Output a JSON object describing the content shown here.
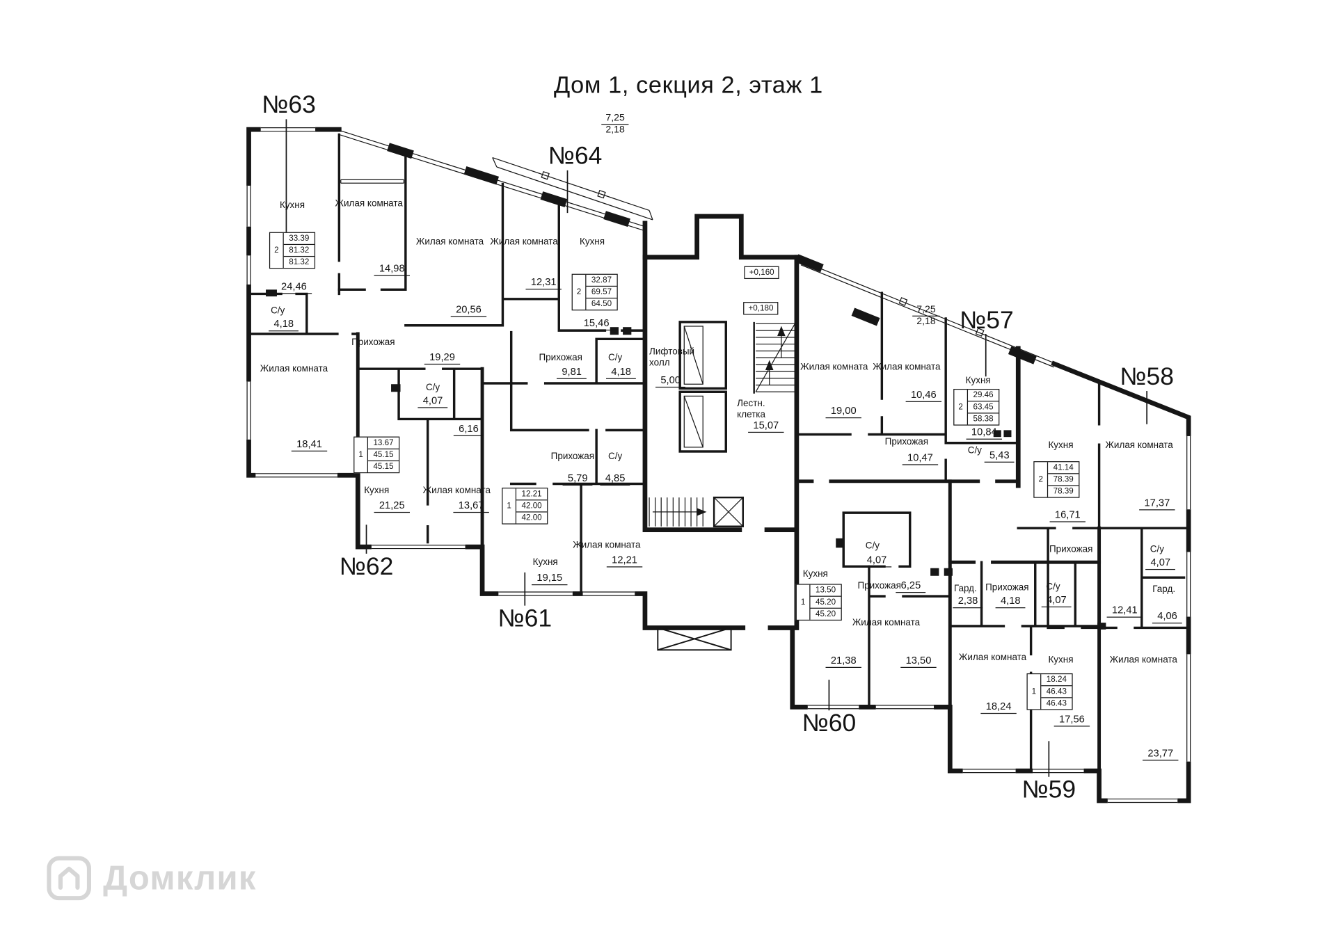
{
  "title": "Дом 1, секция 2, этаж 1",
  "watermark": {
    "brand": "Домклик",
    "icon": "house-in-rounded-square"
  },
  "common": {
    "elevator_hall": {
      "line1": "Лифтовый",
      "line2": "холл",
      "area": "5,00"
    },
    "stairwell": {
      "line1": "Лестн.",
      "line2": "клетка",
      "area": "15,07"
    },
    "elevation_marks": {
      "m1": "+0,160",
      "m2": "+0,180"
    }
  },
  "apartments": {
    "a63": {
      "number": "№63",
      "stats": {
        "rooms": "2",
        "living": "33.39",
        "total": "81.32",
        "total_reduced": "81.32"
      },
      "kitchen": {
        "label": "Кухня",
        "area": "24,46"
      },
      "living1": {
        "label": "Жилая комната",
        "area": "14,98"
      },
      "living2": {
        "label": "Жилая комната",
        "area": "18,41"
      },
      "bathroom": {
        "label": "С/у",
        "area": "4,18"
      },
      "hallway": {
        "label": "Прихожая",
        "area": "19,29"
      }
    },
    "a64": {
      "number": "№64",
      "stats": {
        "rooms": "2",
        "living": "32.87",
        "total": "69.57",
        "total_reduced": "64.50"
      },
      "living1": {
        "label": "Жилая комната",
        "area": "20,56"
      },
      "living2": {
        "label": "Жилая комната",
        "area": "12,31"
      },
      "kitchen": {
        "label": "Кухня",
        "area": "15,46"
      },
      "hallway": {
        "label": "Прихожая",
        "area": "9,81"
      },
      "bathroom": {
        "label": "С/у",
        "area": "4,18"
      },
      "balcony": {
        "full": "7,25",
        "reduced": "2,18"
      }
    },
    "a57": {
      "number": "№57",
      "stats": {
        "rooms": "2",
        "living": "29.46",
        "total": "63.45",
        "total_reduced": "58.38"
      },
      "living1": {
        "label": "Жилая комната",
        "area": "19,00"
      },
      "living2": {
        "label": "Жилая комната",
        "area": "10,46"
      },
      "kitchen": {
        "label": "Кухня",
        "area": "10,84"
      },
      "hallway": {
        "label": "Прихожая",
        "area": "10,47"
      },
      "bathroom": {
        "label": "С/у",
        "area": "5,43"
      },
      "balcony": {
        "full": "7,25",
        "reduced": "2,18"
      }
    },
    "a58": {
      "number": "№58",
      "stats": {
        "rooms": "2",
        "living": "41.14",
        "total": "78.39",
        "total_reduced": "78.39"
      },
      "kitchen": {
        "label": "Кухня",
        "area": "16,71"
      },
      "living1": {
        "label": "Жилая комната",
        "area": "17,37"
      },
      "living2": {
        "label": "Жилая комната",
        "area": "23,77"
      },
      "hallway": {
        "label": "Прихожая",
        "area": "12,41"
      },
      "bathroom": {
        "label": "С/у",
        "area": "4,07"
      },
      "wardrobe": {
        "label": "Гард.",
        "area": "4,06"
      }
    },
    "a62": {
      "number": "№62",
      "stats": {
        "rooms": "1",
        "living": "13.67",
        "total": "45.15",
        "total_reduced": "45.15"
      },
      "kitchen": {
        "label": "Кухня",
        "area": "21,25"
      },
      "living1": {
        "label": "Жилая комната",
        "area": "13,67"
      },
      "bathroom": {
        "label": "С/у",
        "area": "4,07"
      },
      "corridor": {
        "area": "6,16"
      }
    },
    "a61": {
      "number": "№61",
      "stats": {
        "rooms": "1",
        "living": "12.21",
        "total": "42.00",
        "total_reduced": "42.00"
      },
      "kitchen": {
        "label": "Кухня",
        "area": "19,15"
      },
      "living1": {
        "label": "Жилая комната",
        "area": "12,21"
      },
      "hallway": {
        "label": "Прихожая",
        "area": "5,79"
      },
      "bathroom": {
        "label": "С/у",
        "area": "4,85"
      }
    },
    "a60": {
      "number": "№60",
      "stats": {
        "rooms": "1",
        "living": "13.50",
        "total": "45.20",
        "total_reduced": "45.20"
      },
      "kitchen": {
        "label": "Кухня",
        "area": "21,38"
      },
      "living1": {
        "label": "Жилая комната",
        "area": "13,50"
      },
      "hallway": {
        "label": "Прихожая",
        "area": "6,25"
      },
      "bathroom": {
        "label": "С/у",
        "area": "4,07"
      }
    },
    "a59": {
      "number": "№59",
      "stats": {
        "rooms": "1",
        "living": "18.24",
        "total": "46.43",
        "total_reduced": "46.43"
      },
      "living1": {
        "label": "Жилая комната",
        "area": "18,24"
      },
      "kitchen": {
        "label": "Кухня",
        "area": "17,56"
      },
      "wardrobe": {
        "label": "Гард.",
        "area": "2,38"
      },
      "hallway": {
        "label": "Прихожая",
        "area": "4,18"
      },
      "bathroom": {
        "label": "С/у",
        "area": "4,07"
      }
    }
  }
}
